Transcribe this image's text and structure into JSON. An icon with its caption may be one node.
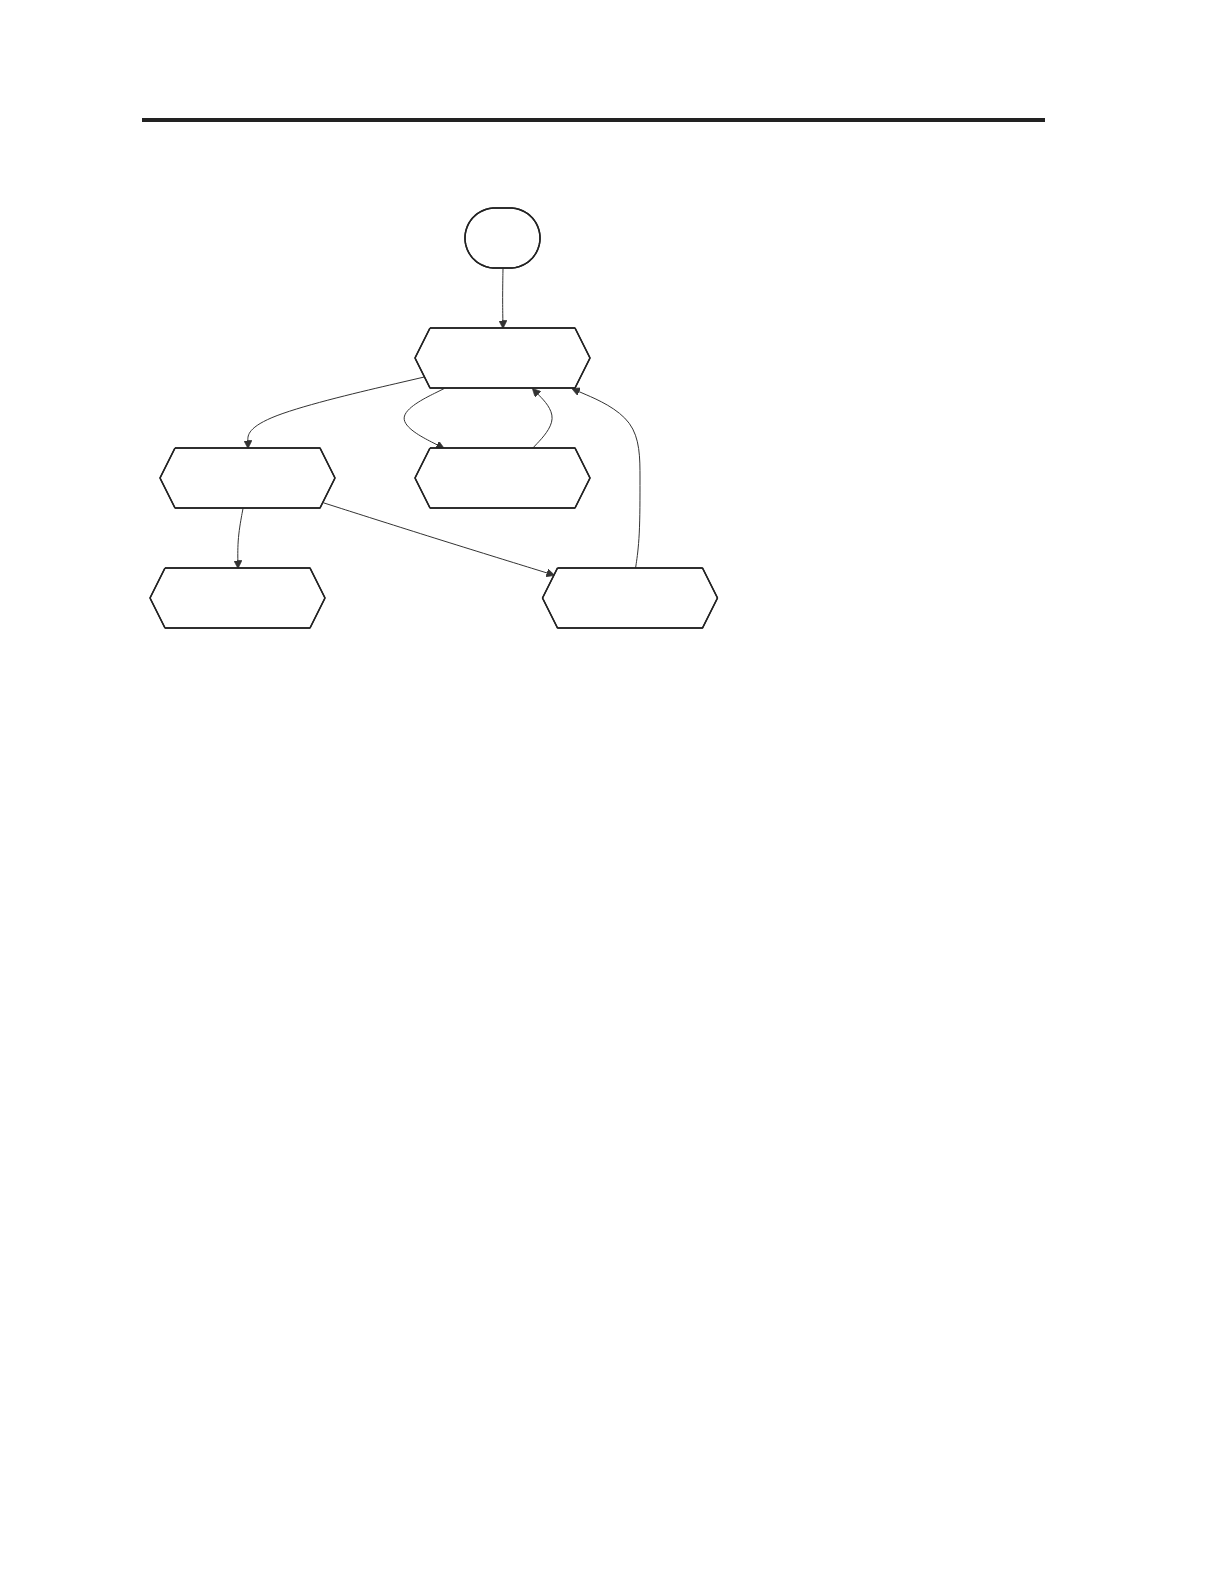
{
  "diagram": {
    "nodes": [
      {
        "text": [],
        "shape": "terminal"
      },
      {
        "text": [],
        "shape": "hexagon"
      },
      {
        "text": [],
        "shape": "hexagon"
      },
      {
        "text": [],
        "shape": "hexagon"
      },
      {
        "text": [],
        "shape": "hexagon"
      },
      {
        "text": [],
        "shape": "hexagon"
      }
    ],
    "edges": [
      {
        "from": 0,
        "to": 1,
        "arrow": "to"
      },
      {
        "from": 1,
        "to": 2,
        "arrow": "to"
      },
      {
        "from": 2,
        "to": 3,
        "arrow": "to"
      },
      {
        "from": 1,
        "to": 4,
        "arrow": "to"
      },
      {
        "from": 2,
        "to": 5,
        "arrow": "to"
      },
      {
        "from": 4,
        "to": 1,
        "arrow": "to"
      },
      {
        "from": 5,
        "to": 1,
        "arrow": "to"
      }
    ]
  }
}
